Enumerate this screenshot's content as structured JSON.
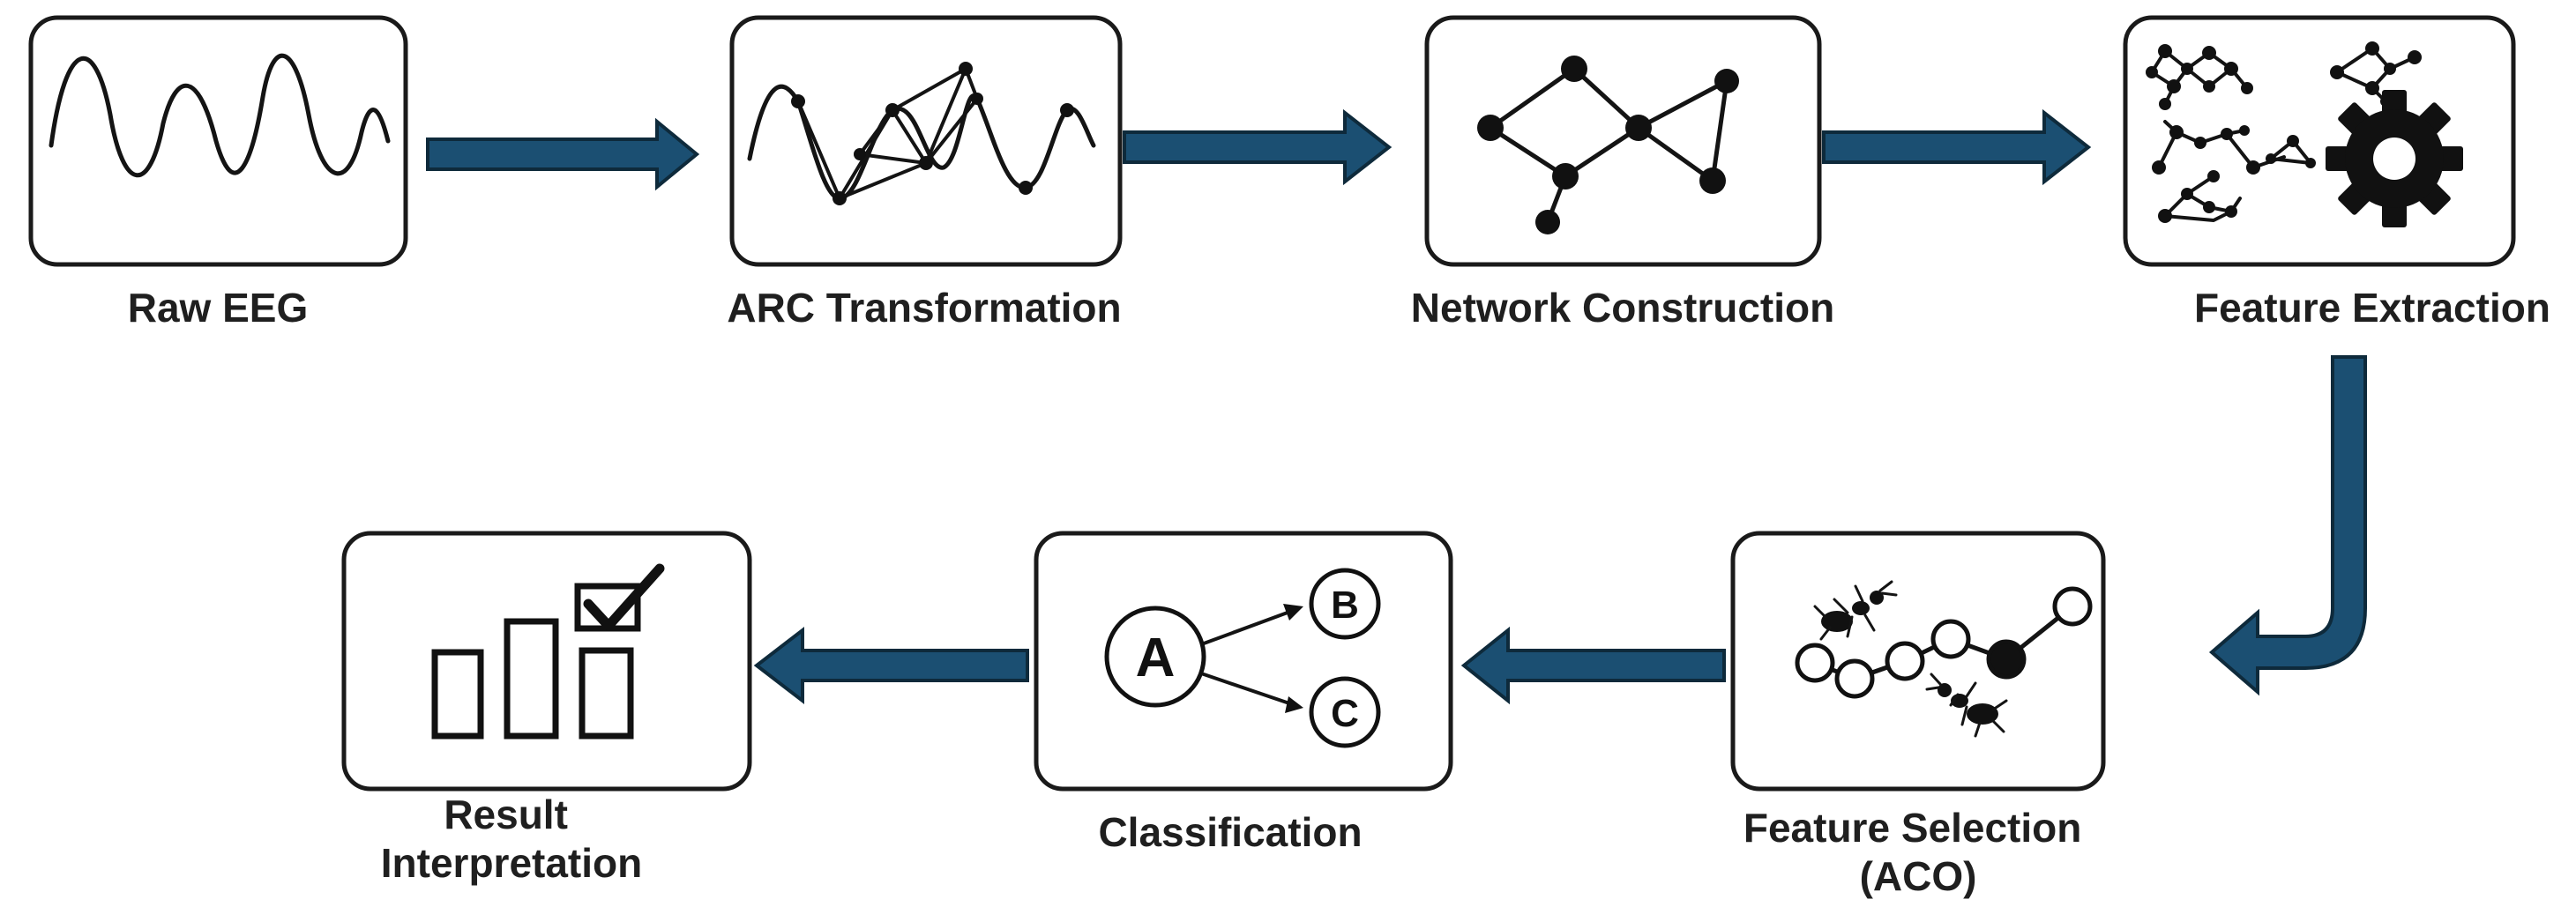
{
  "colors": {
    "arrow_fill": "#1b4f72",
    "arrow_outline": "#0e2a3b",
    "box_border": "#1a1a1a",
    "text": "#1f1f1f"
  },
  "stages": [
    {
      "id": "raw-eeg",
      "label_lines": [
        "Raw EEG"
      ],
      "icon": "wave-icon"
    },
    {
      "id": "arc-transformation",
      "label_lines": [
        "ARC Transformation"
      ],
      "icon": "arc-graph-icon"
    },
    {
      "id": "network-construction",
      "label_lines": [
        "Network Construction"
      ],
      "icon": "network-icon"
    },
    {
      "id": "feature-extraction",
      "label_lines": [
        "Feature Extraction"
      ],
      "icon": "feature-gear-icon"
    },
    {
      "id": "feature-selection",
      "label_lines": [
        "Feature Selection",
        "(ACO)"
      ],
      "icon": "ant-path-icon"
    },
    {
      "id": "classification",
      "label_lines": [
        "Classification"
      ],
      "icon": "class-tree-icon"
    },
    {
      "id": "result-interpretation",
      "label_lines": [
        "Result",
        "Interpretation"
      ],
      "icon": "bar-check-icon"
    }
  ],
  "classification_nodes": [
    "A",
    "B",
    "C"
  ]
}
